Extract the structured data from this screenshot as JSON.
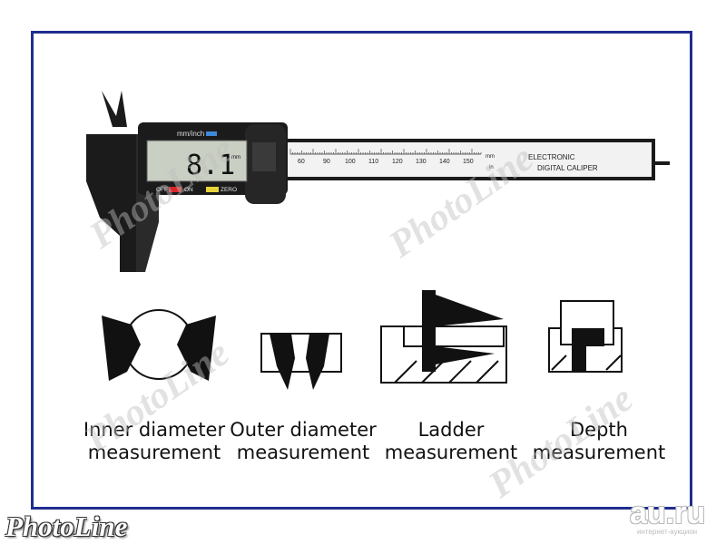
{
  "caliper": {
    "unit_label": "mm/inch",
    "display_value": "8.1",
    "display_unit": "mm",
    "off_label": "OFF",
    "on_label": "ON",
    "zero_label": "ZERO",
    "brand_line1": "ELECTRONIC",
    "brand_line2": "DIGITAL CALIPER",
    "scale_mm_label": "mm",
    "scale_in_label": "in",
    "scale_numbers": [
      "60",
      "90",
      "100",
      "110",
      "120",
      "130",
      "140",
      "150"
    ],
    "colors": {
      "body": "#1b1b1b",
      "lcd": "#c9cfc3",
      "ruler": "#f2f2f2",
      "on_button": "#d8262b",
      "zero_button": "#e8d33a",
      "unit_button": "#3d8ad8"
    }
  },
  "diagrams": [
    {
      "name": "inner-diameter",
      "caption_line1": "Inner diameter",
      "caption_line2": "measurement"
    },
    {
      "name": "outer-diameter",
      "caption_line1": "Outer diameter",
      "caption_line2": "measurement"
    },
    {
      "name": "ladder",
      "caption_line1": "Ladder",
      "caption_line2": "measurement"
    },
    {
      "name": "depth",
      "caption_line1": "Depth",
      "caption_line2": "measurement"
    }
  ],
  "watermark": {
    "brand": "PhotoLine",
    "site": "au.ru",
    "site_sub": "интернет-аукцион"
  },
  "frame_color": "#1f2e8f"
}
